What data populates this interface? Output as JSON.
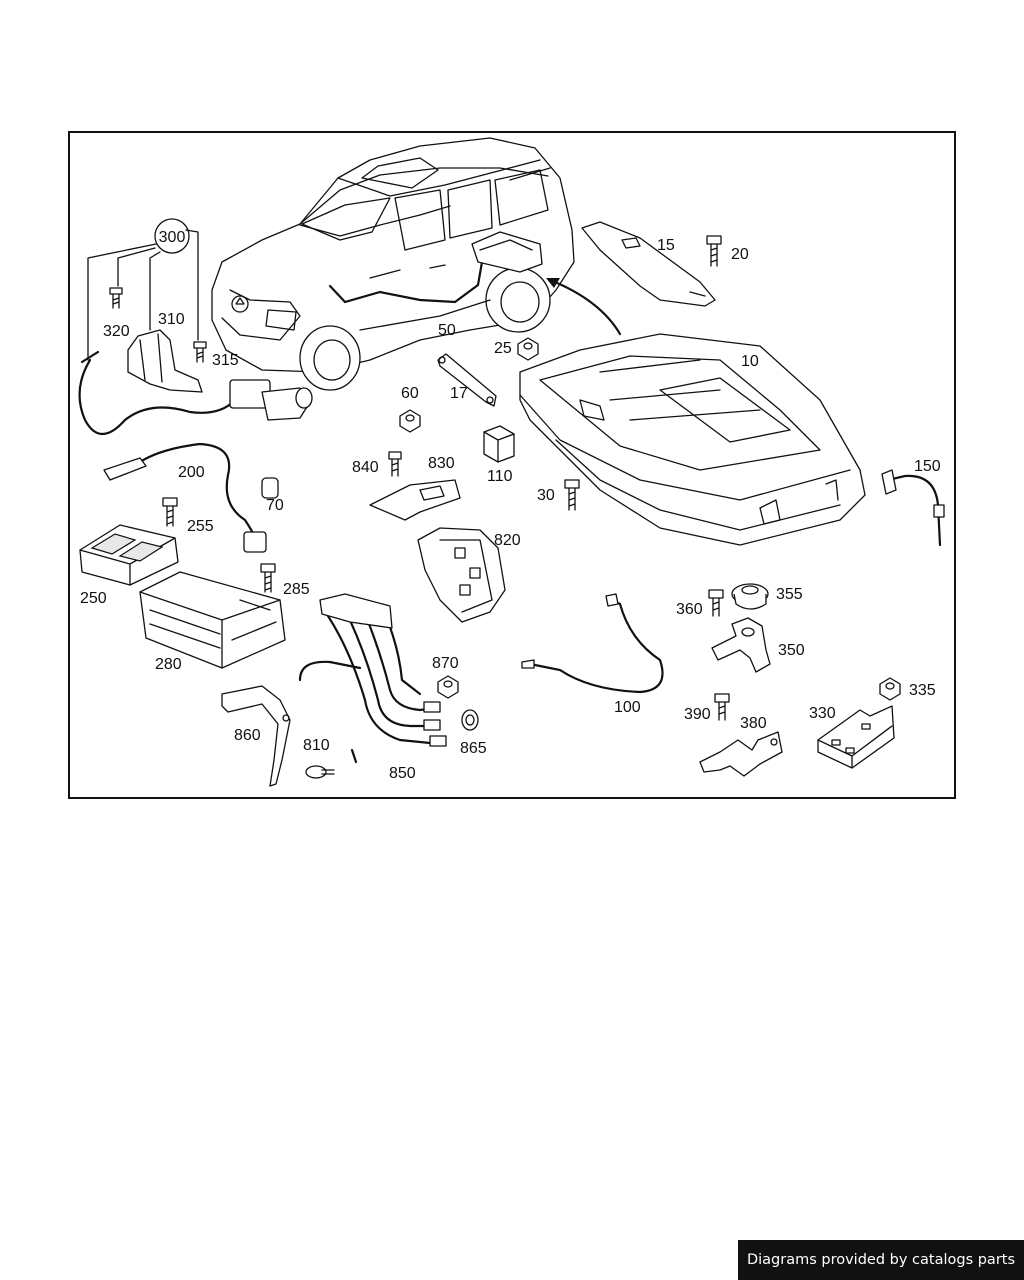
{
  "diagram": {
    "part_numbers": [
      "300",
      "310",
      "320",
      "315",
      "50",
      "15",
      "20",
      "25",
      "10",
      "60",
      "17",
      "110",
      "840",
      "830",
      "30",
      "150",
      "200",
      "255",
      "70",
      "820",
      "250",
      "285",
      "280",
      "355",
      "360",
      "350",
      "870",
      "100",
      "335",
      "390",
      "380",
      "330",
      "860",
      "810",
      "865",
      "850"
    ]
  },
  "credit": "Diagrams provided by catalogs parts"
}
